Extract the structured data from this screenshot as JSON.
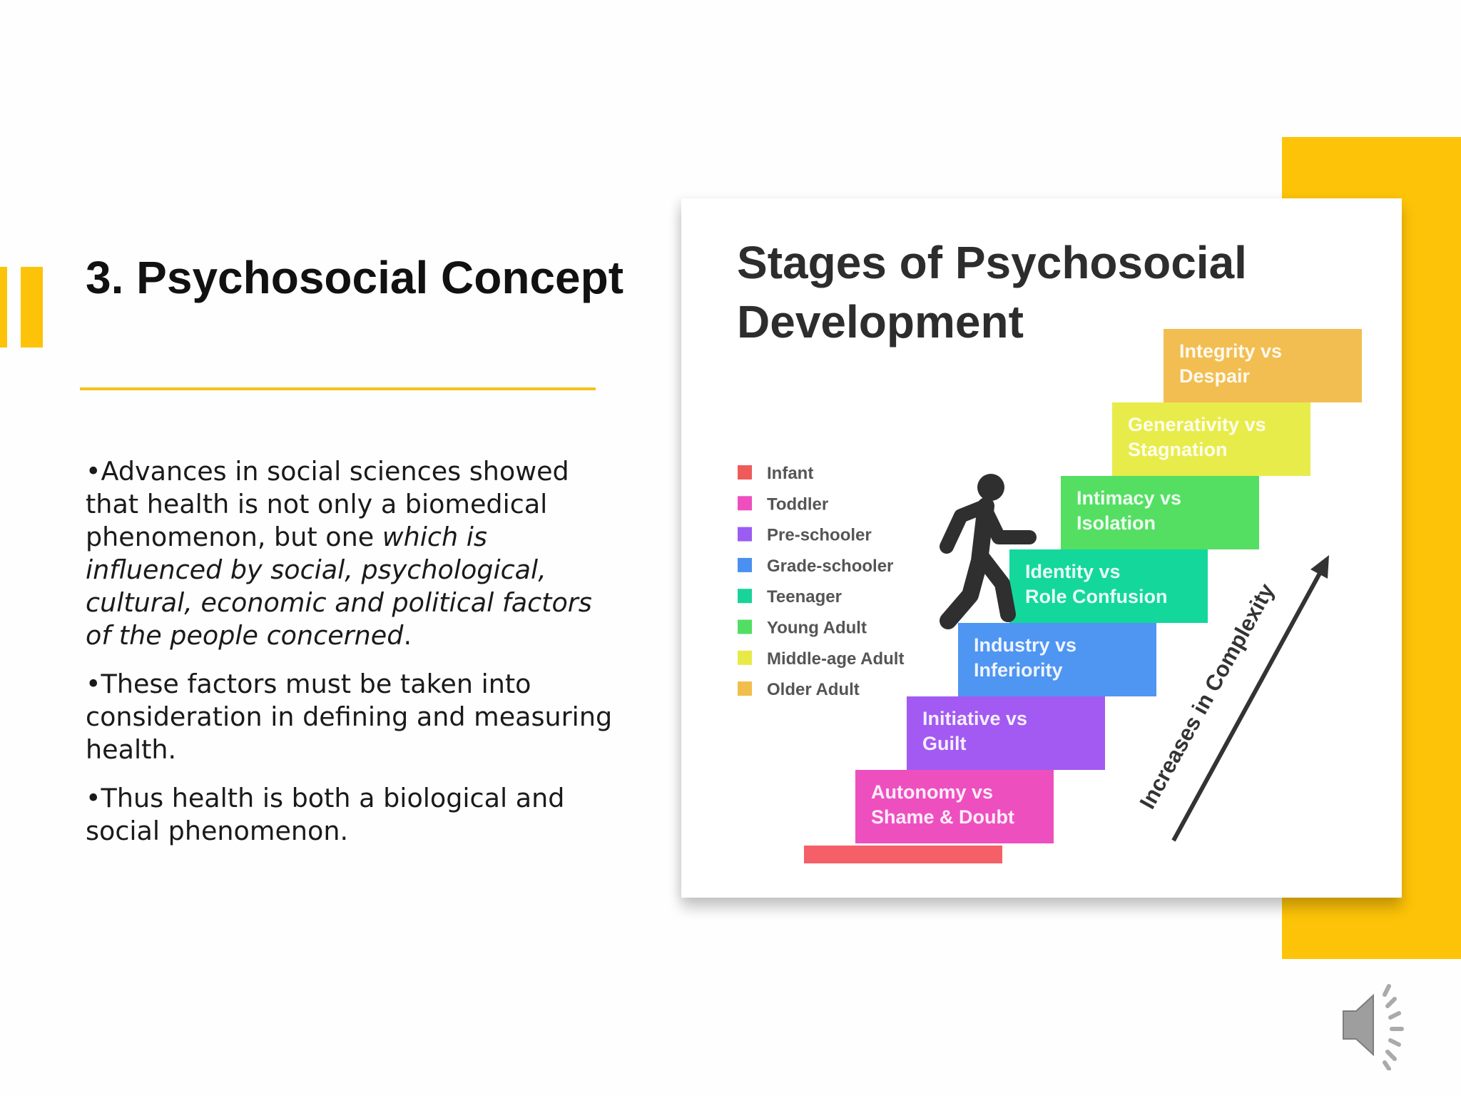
{
  "slide": {
    "title": "3. Psychosocial Concept",
    "bullets": [
      {
        "plain": "•Advances in social sciences showed that health is not only a biomedical phenomenon, but one ",
        "italic": "which is influenced by social, psychological, cultural, economic and political factors of the people concerned",
        "end": "."
      },
      {
        "plain": "•These factors must be taken into consideration in defining and measuring health."
      },
      {
        "plain": "•Thus health is both a biological and social phenomenon."
      }
    ]
  },
  "infographic": {
    "title_line1": "Stages of Psychosocial",
    "title_line2": "Development",
    "legend": [
      {
        "label": "Infant",
        "color": "#ef5b5b"
      },
      {
        "label": "Toddler",
        "color": "#ee4fbf"
      },
      {
        "label": "Pre-schooler",
        "color": "#9b5cf2"
      },
      {
        "label": "Grade-schooler",
        "color": "#4a90f0"
      },
      {
        "label": "Teenager",
        "color": "#19d39a"
      },
      {
        "label": "Young Adult",
        "color": "#52de62"
      },
      {
        "label": "Middle-age Adult",
        "color": "#e7ea46"
      },
      {
        "label": "Older Adult",
        "color": "#f0be4c"
      }
    ],
    "stairs": [
      {
        "line1": "",
        "line2": "",
        "color": "#f45f68"
      },
      {
        "line1": "Autonomy vs",
        "line2": "Shame & Doubt",
        "color": "#ee4fbf"
      },
      {
        "line1": "Initiative vs",
        "line2": "Guilt",
        "color": "#a35af2"
      },
      {
        "line1": "Industry vs",
        "line2": "Inferiority",
        "color": "#4f95f2"
      },
      {
        "line1": "Identity vs",
        "line2": "Role Confusion",
        "color": "#14d79c"
      },
      {
        "line1": "Intimacy vs",
        "line2": "Isolation",
        "color": "#54df63"
      },
      {
        "line1": "Generativity vs",
        "line2": "Stagnation",
        "color": "#e8ec4a"
      },
      {
        "line1": "Integrity vs",
        "line2": "Despair",
        "color": "#f2be52"
      }
    ],
    "arrow_label": "Increases in Complexity",
    "icons": {
      "figure": "walking-person-icon",
      "arrow": "up-right-arrow-icon"
    }
  },
  "controls": {
    "audio_icon": "speaker-icon"
  },
  "colors": {
    "accent": "#fdc308",
    "rule": "#f5c21b"
  }
}
